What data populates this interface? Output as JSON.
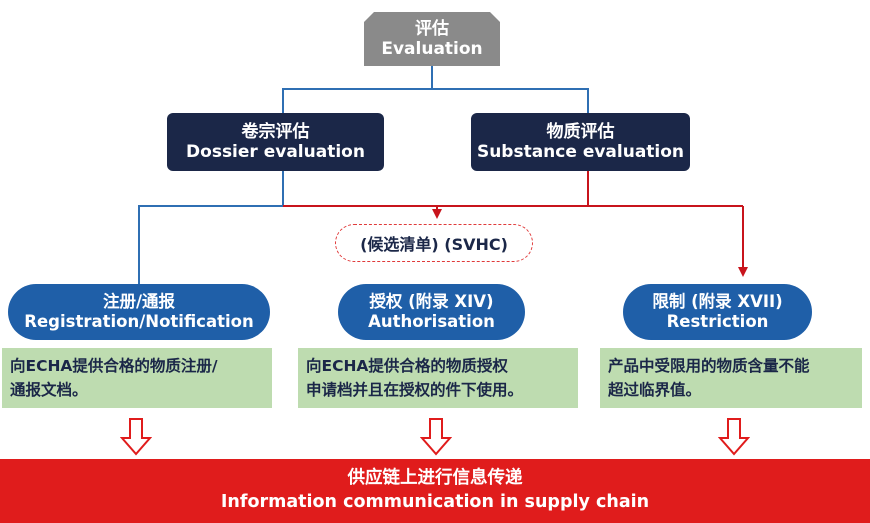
{
  "evaluation": {
    "zh": "评估",
    "en": "Evaluation"
  },
  "dossier": {
    "zh": "卷宗评估",
    "en": "Dossier evaluation"
  },
  "substance": {
    "zh": "物质评估",
    "en": "Substance evaluation"
  },
  "svhc": {
    "label": "(候选清单) (SVHC)"
  },
  "registration": {
    "zh": "注册/通报",
    "en": "Registration/Notification",
    "desc_line1": "向ECHA提供合格的物质注册/",
    "desc_line2": "通报文档。"
  },
  "authorisation": {
    "zh": "授权 (附录 XIV)",
    "en": "Authorisation",
    "desc_line1": "向ECHA提供合格的物质授权",
    "desc_line2": "申请档并且在授权的件下使用。"
  },
  "restriction": {
    "zh": "限制 (附录 XVII)",
    "en": "Restriction",
    "desc_line1": "产品中受限用的物质含量不能",
    "desc_line2": "超过临界值。"
  },
  "supply_chain": {
    "zh": "供应链上进行信息传递",
    "en": "Information communication in supply chain"
  },
  "colors": {
    "blue_connector": "#2f6fb3",
    "red_connector": "#c8141c",
    "dark_box": "#1b2748",
    "pill_blue": "#1f5fa8",
    "green_box": "#bedcb0",
    "bottom_red": "#e01c1c",
    "top_gray": "#8a8a8a"
  }
}
